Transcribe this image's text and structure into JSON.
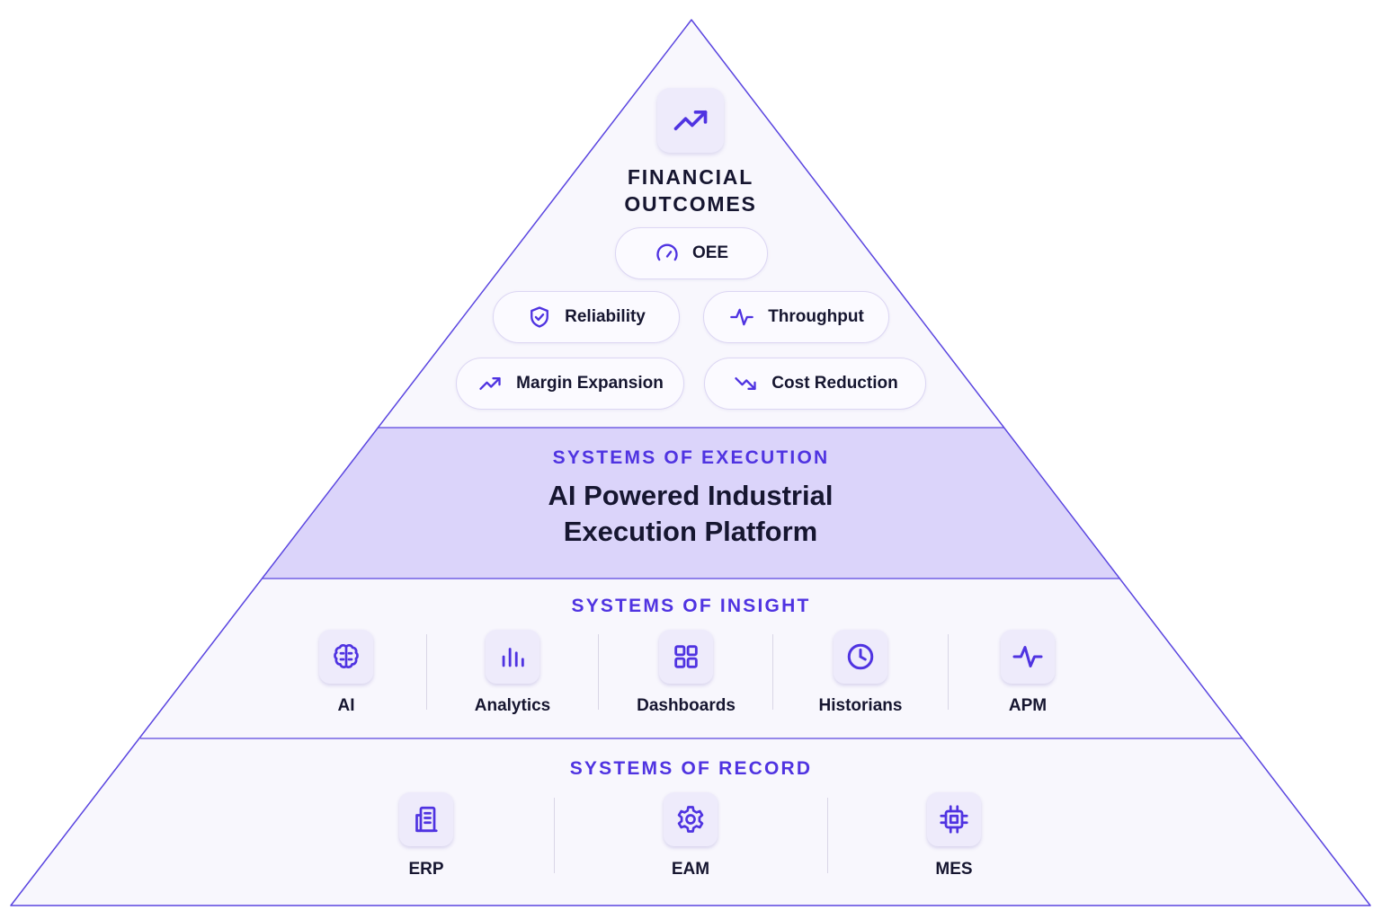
{
  "colors": {
    "accent": "#4f33e1",
    "outline": "#5a45e0",
    "band_fill": "#dbd4fa",
    "pyramid_fill": "#f8f7fd",
    "text_dark": "#161630"
  },
  "top_section": {
    "icon": "trending-up-icon",
    "title_line1": "FINANCIAL",
    "title_line2": "OUTCOMES",
    "pills": [
      {
        "label": "OEE",
        "icon": "gauge-icon"
      },
      {
        "label": "Reliability",
        "icon": "shield-check-icon"
      },
      {
        "label": "Throughput",
        "icon": "activity-icon"
      },
      {
        "label": "Margin Expansion",
        "icon": "trending-up-icon"
      },
      {
        "label": "Cost Reduction",
        "icon": "trending-down-icon"
      }
    ]
  },
  "execution": {
    "heading": "SYSTEMS OF EXECUTION",
    "title_line1": "AI Powered Industrial",
    "title_line2": "Execution Platform"
  },
  "insight": {
    "heading": "SYSTEMS OF INSIGHT",
    "items": [
      {
        "label": "AI",
        "icon": "brain-icon"
      },
      {
        "label": "Analytics",
        "icon": "bar-chart-icon"
      },
      {
        "label": "Dashboards",
        "icon": "grid-icon"
      },
      {
        "label": "Historians",
        "icon": "clock-icon"
      },
      {
        "label": "APM",
        "icon": "pulse-icon"
      }
    ]
  },
  "record": {
    "heading": "SYSTEMS OF RECORD",
    "items": [
      {
        "label": "ERP",
        "icon": "building-icon"
      },
      {
        "label": "EAM",
        "icon": "gear-icon"
      },
      {
        "label": "MES",
        "icon": "chip-icon"
      }
    ]
  }
}
